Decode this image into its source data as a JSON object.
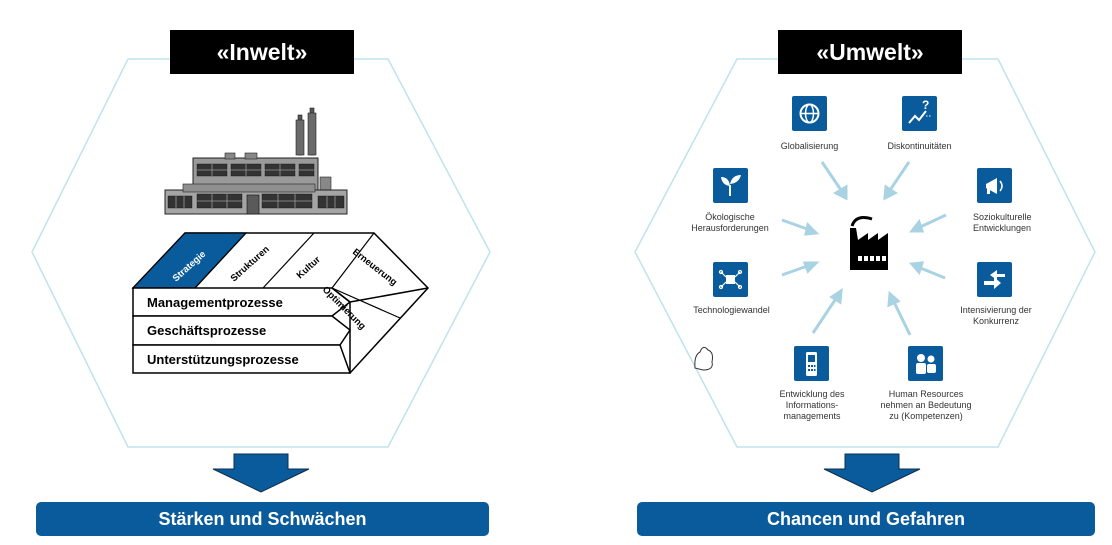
{
  "left": {
    "title": "«Inwelt»",
    "wedges": [
      "Strategie",
      "Strukturen",
      "Kultur",
      "Erneuerung",
      "Optimierung"
    ],
    "processes": [
      "Managementprozesse",
      "Geschäftsprozesse",
      "Unterstützungsprozesse"
    ],
    "banner": "Stärken und Schwächen"
  },
  "right": {
    "title": "«Umwelt»",
    "factors": [
      {
        "label": "Globalisierung",
        "icon": "globe-icon"
      },
      {
        "label": "Diskontinuitäten",
        "icon": "trend-question-icon"
      },
      {
        "label": "Soziokulturelle Entwicklungen",
        "icon": "megaphone-icon"
      },
      {
        "label": "Intensivierung der Konkurrenz",
        "icon": "exchange-arrows-icon"
      },
      {
        "label": "Human Resources nehmen an Bedeutung zu (Kompetenzen)",
        "icon": "people-icon"
      },
      {
        "label": "Entwicklung des Informations-managements",
        "icon": "mobile-phone-icon"
      },
      {
        "label": "Technologiewandel",
        "icon": "circuit-chip-icon"
      },
      {
        "label": "Ökologische Herausforderungen",
        "icon": "plant-icon"
      }
    ],
    "banner": "Chancen und Gefahren"
  },
  "colors": {
    "accent": "#0a5b9c",
    "hexagon_stroke": "#bfe3ec",
    "arrow": "#a9d3e2"
  }
}
